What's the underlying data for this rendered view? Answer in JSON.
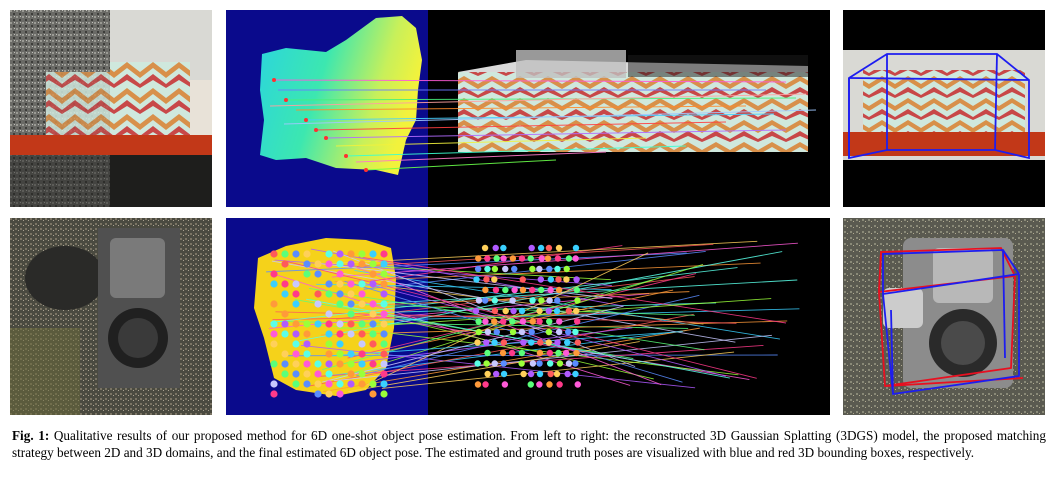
{
  "caption": {
    "label": "Fig. 1:",
    "text": "Qualitative results of our proposed method for 6D one-shot object pose estimation. From left to right: the reconstructed 3D Gaussian Splatting (3DGS) model, the proposed matching strategy between 2D and 3D domains, and the final estimated 6D object pose. The estimated and ground truth poses are visualized with blue and red 3D bounding boxes, respectively."
  },
  "colors": {
    "estimated_pose_box": "#1d1df0",
    "ground_truth_pose_box": "#e81020",
    "matching_background": "#0a0a8c",
    "depth_map_gradient": [
      "#2ad4e0",
      "#3ce7b0",
      "#c8f05a",
      "#f2f23c"
    ],
    "object_mask": "#f5d21a"
  },
  "rows": [
    {
      "object": "box",
      "panels": [
        "3dgs-reconstruction",
        "2d-3d-matching",
        "pose-estimate"
      ]
    },
    {
      "object": "camera",
      "panels": [
        "3dgs-reconstruction",
        "2d-3d-matching",
        "pose-estimate"
      ]
    }
  ]
}
